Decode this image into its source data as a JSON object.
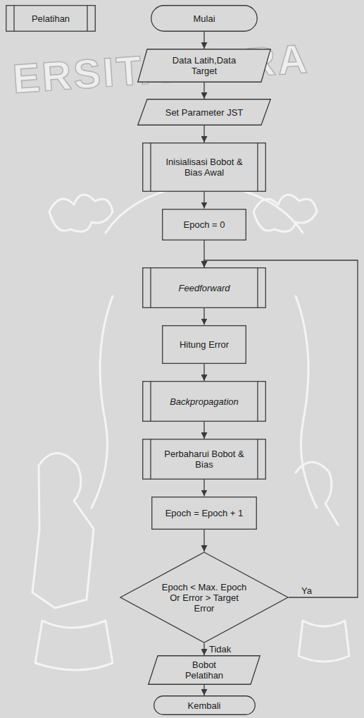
{
  "diagram": {
    "nodes": [
      {
        "text": [
          "Pelatihan"
        ]
      },
      {
        "text": [
          "Mulai"
        ]
      },
      {
        "text": [
          "Data Latih,Data Target"
        ]
      },
      {
        "text": [
          "Set Parameter JST"
        ]
      },
      {
        "text": [
          "Inisialisasi Bobot & Bias Awal"
        ]
      },
      {
        "text": [
          "Epoch = 0"
        ]
      },
      {
        "text": [
          "Feedforward"
        ]
      },
      {
        "text": [
          "Hitung Error"
        ]
      },
      {
        "text": [
          "Backpropagation"
        ]
      },
      {
        "text": [
          "Perbaharui Bobot & Bias"
        ]
      },
      {
        "text": [
          "Epoch = Epoch + 1"
        ]
      },
      {
        "text": [
          "Epoch < Max. Epoch Or Error > Target Error"
        ]
      },
      {
        "text": [
          "Bobot Pelatihan"
        ]
      },
      {
        "text": [
          "Kembali"
        ]
      }
    ],
    "edges": [
      {
        "from": 1,
        "to": 2,
        "arrow": "to"
      },
      {
        "from": 2,
        "to": 3,
        "arrow": "to"
      },
      {
        "from": 3,
        "to": 4,
        "arrow": "to"
      },
      {
        "from": 4,
        "to": 5,
        "arrow": "to"
      },
      {
        "from": 5,
        "to": 6,
        "arrow": "to"
      },
      {
        "from": 6,
        "to": 7,
        "arrow": "to"
      },
      {
        "from": 7,
        "to": 8,
        "arrow": "to"
      },
      {
        "from": 8,
        "to": 9,
        "arrow": "to"
      },
      {
        "from": 9,
        "to": 10,
        "arrow": "to"
      },
      {
        "from": 10,
        "to": 11,
        "arrow": "to"
      },
      {
        "from": 11,
        "to": 6,
        "label": "Ya",
        "arrow": "to"
      },
      {
        "from": 11,
        "to": 12,
        "label": "Tidak",
        "arrow": "to"
      },
      {
        "from": 12,
        "to": 13,
        "arrow": "to"
      }
    ],
    "labels": [
      "ERSITAS BRA"
    ]
  }
}
